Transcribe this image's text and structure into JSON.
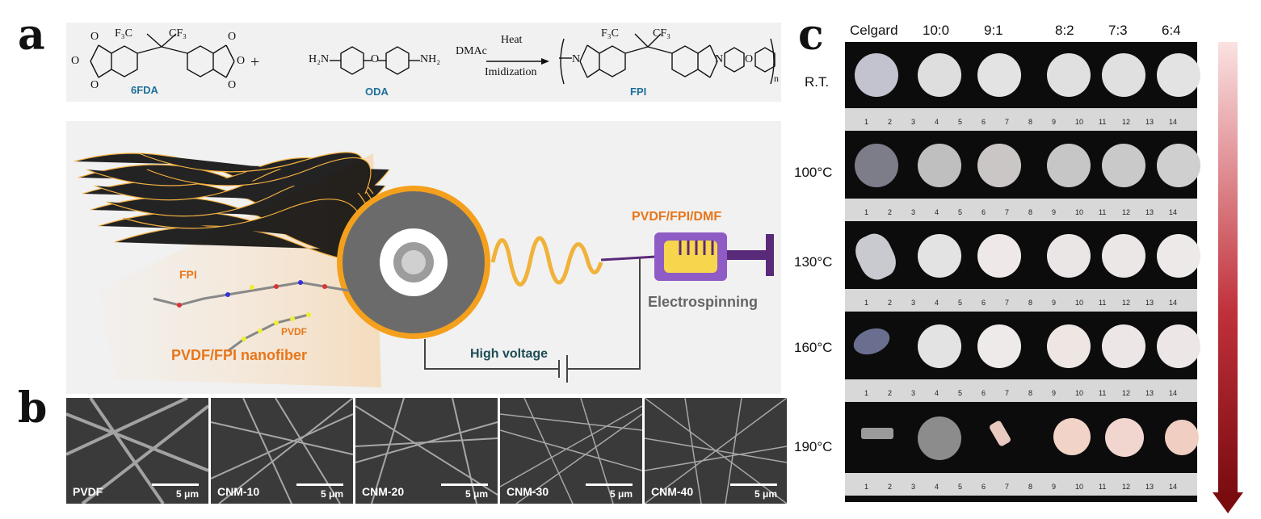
{
  "panels": {
    "a": "a",
    "b": "b",
    "c": "c"
  },
  "scheme": {
    "f3c": "F₃C",
    "cf3": "CF₃",
    "h2n": "H₂N",
    "nh2": "NH₂",
    "o": "O",
    "n": "N",
    "sub_n": "n",
    "solvent": "DMAc",
    "heat": "Heat",
    "imid": "Imidization",
    "lbl_6fda": "6FDA",
    "lbl_oda": "ODA",
    "lbl_fpi": "FPI",
    "plus": "+"
  },
  "illustration": {
    "fpi": "FPI",
    "pvdf": "PVDF",
    "nanofiber": "PVDF/FPI nanofiber",
    "solution": "PVDF/FPI/DMF",
    "voltage": "High voltage",
    "process": "Electrospinning"
  },
  "sem": [
    {
      "label": "PVDF",
      "scale": "5 μm"
    },
    {
      "label": "CNM-10",
      "scale": "5 μm"
    },
    {
      "label": "CNM-20",
      "scale": "5 μm"
    },
    {
      "label": "CNM-30",
      "scale": "5 μm"
    },
    {
      "label": "CNM-40",
      "scale": "5 μm"
    }
  ],
  "thermal": {
    "columns": [
      "Celgard",
      "10:0",
      "9:1",
      "8:2",
      "7:3",
      "6:4"
    ],
    "rows": [
      "R.T.",
      "100°C",
      "130°C",
      "160°C",
      "190°C"
    ],
    "ruler_ticks": [
      "1",
      "2",
      "3",
      "4",
      "5",
      "6",
      "7",
      "8",
      "9",
      "10",
      "11",
      "12",
      "13",
      "14"
    ]
  },
  "colors": {
    "fiber": "#f5a623",
    "syringe": "#8e5cc4",
    "plunger": "#f7d54c",
    "title_orange": "#e8761a",
    "teal": "#1e4d55"
  }
}
